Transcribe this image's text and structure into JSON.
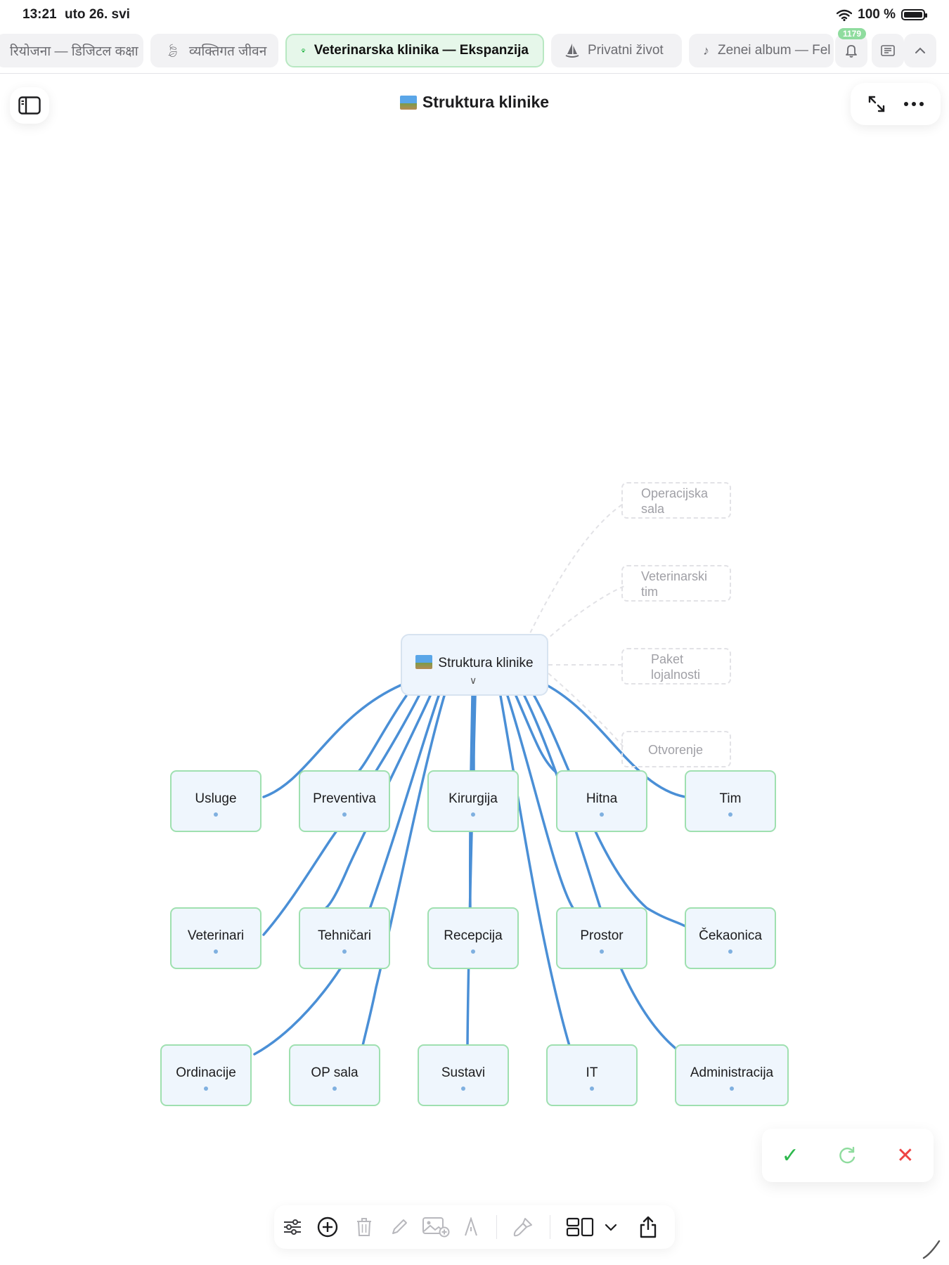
{
  "status": {
    "time": "13:21",
    "date": "uto 26. svi",
    "battery": "100 %"
  },
  "tabs": [
    {
      "label": "रियोजना — डिजिटल कक्षा",
      "icon": "",
      "active": false
    },
    {
      "label": "व्यक्तिगत जीवन",
      "icon": "leaf-icon",
      "active": false
    },
    {
      "label": "Veterinarska klinika — Ekspanzija",
      "icon": "paw-icon",
      "active": true
    },
    {
      "label": "Privatni život",
      "icon": "sailboat-icon",
      "active": false
    },
    {
      "label": "Zenei album — Fel",
      "icon": "music-note-icon",
      "active": false
    }
  ],
  "notifications": {
    "count": "1179"
  },
  "document": {
    "title": "Struktura klinike"
  },
  "mindmap": {
    "root": "Struktura klinike",
    "row1": [
      "Usluge",
      "Preventiva",
      "Kirurgija",
      "Hitna",
      "Tim"
    ],
    "row2": [
      "Veterinari",
      "Tehničari",
      "Recepcija",
      "Prostor",
      "Čekaonica"
    ],
    "row3": [
      "Ordinacije",
      "OP sala",
      "Sustavi",
      "IT",
      "Administracija"
    ],
    "suggestions": [
      "Operacijska sala",
      "Veterinarski tim",
      "Paket lojalnosti",
      "Otvorenje"
    ],
    "suggestion_lines": [
      [
        "Operacijska",
        "sala"
      ],
      [
        "Veterinarski",
        "tim"
      ],
      [
        "Paket",
        "lojalnosti"
      ],
      [
        "Otvorenje"
      ]
    ]
  },
  "colors": {
    "accent_green": "#2db84d",
    "edge_blue": "#4a8fd6",
    "node_border": "#9fe0b0",
    "node_fill": "#eff6fd",
    "reject_red": "#ee4444"
  },
  "confirm_icons": [
    "checkmark-icon",
    "retry-icon",
    "close-icon"
  ]
}
